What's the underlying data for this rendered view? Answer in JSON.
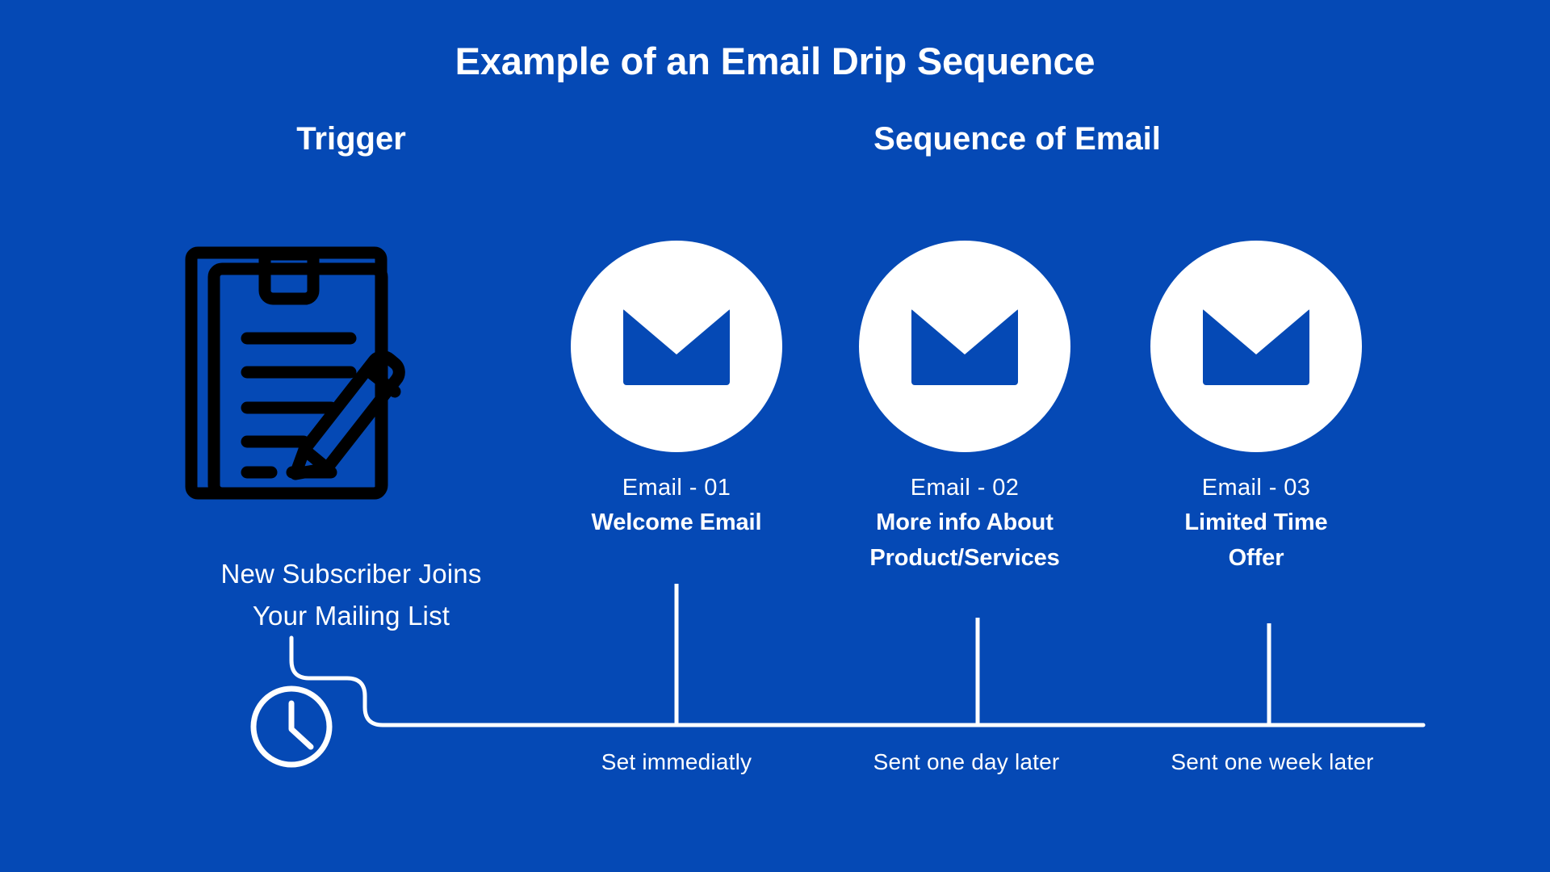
{
  "colors": {
    "background": "#0549B5",
    "foreground": "#FFFFFF",
    "icon_dark": "#000000"
  },
  "header": {
    "title": "Example of an Email Drip Sequence"
  },
  "columns": {
    "trigger_title": "Trigger",
    "sequence_title": "Sequence of Email"
  },
  "trigger": {
    "icon": "clipboard-with-pen-icon",
    "caption_line_1": "New Subscriber Joins",
    "caption_line_2": "Your Mailing List",
    "clock_icon": "clock-icon"
  },
  "emails": [
    {
      "icon": "envelope-icon",
      "index_label": "Email - 01",
      "name_line_1": "Welcome Email",
      "name_line_2": "",
      "timing": "Set immediatly"
    },
    {
      "icon": "envelope-icon",
      "index_label": "Email - 02",
      "name_line_1": "More info About",
      "name_line_2": "Product/Services",
      "timing": "Sent one day later"
    },
    {
      "icon": "envelope-icon",
      "index_label": "Email - 03",
      "name_line_1": "Limited Time",
      "name_line_2": "Offer",
      "timing": "Sent one week later"
    }
  ]
}
